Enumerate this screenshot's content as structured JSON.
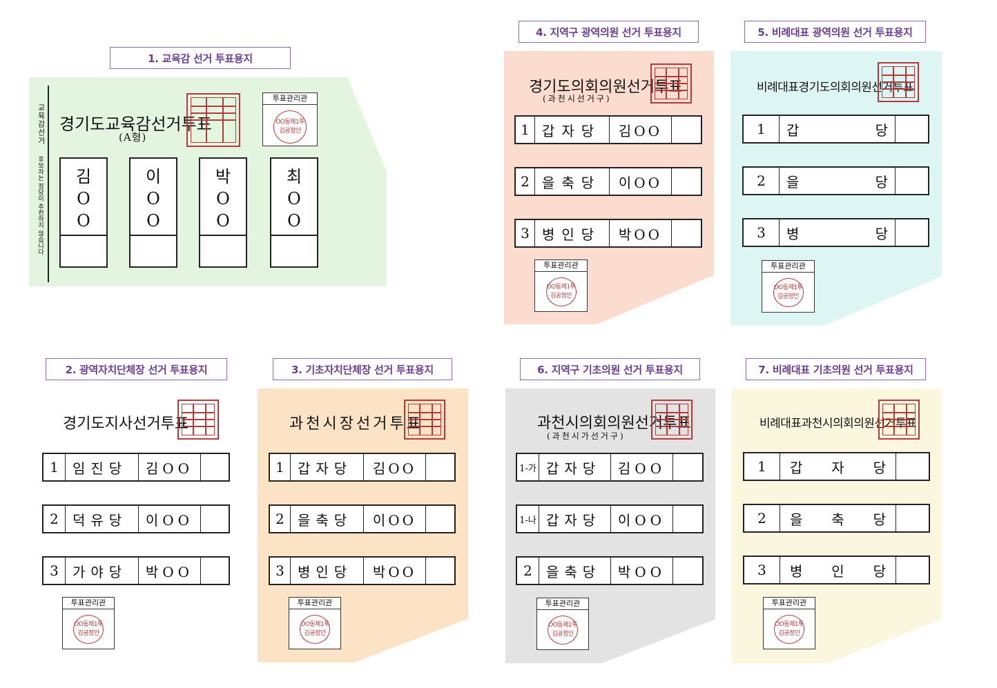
{
  "labels": {
    "b1": "1. 교육감 선거 투표용지",
    "b2": "2. 광역자치단체장 선거 투표용지",
    "b3": "3. 기초자치단체장 선거 투표용지",
    "b4": "4. 지역구 광역의원 선거 투표용지",
    "b5": "5. 비례대표 광역의원 선거 투표용지",
    "b6": "6. 지역구 기초의원 선거 투표용지",
    "b7": "7. 비례대표 기초의원 선거 투표용지"
  },
  "manager": {
    "title": "투표관리관",
    "seal_line1": "OO동제1투",
    "seal_line2": "김공정인"
  },
  "ballot1": {
    "title": "경기도교육감선거투표",
    "subtitle": "(A형)",
    "side_note_main": "교육감선거",
    "side_note_small": "후보자는 정당이 추천하지 않습니다",
    "candidates": [
      {
        "c1": "김",
        "c2": "O",
        "c3": "O"
      },
      {
        "c1": "이",
        "c2": "O",
        "c3": "O"
      },
      {
        "c1": "박",
        "c2": "O",
        "c3": "O"
      },
      {
        "c1": "최",
        "c2": "O",
        "c3": "O"
      }
    ]
  },
  "ballot2": {
    "title": "경기도지사선거투표",
    "rows": [
      {
        "num": "1",
        "party": "임진당",
        "cand": "김OO"
      },
      {
        "num": "2",
        "party": "덕유당",
        "cand": "이OO"
      },
      {
        "num": "3",
        "party": "가야당",
        "cand": "박OO"
      }
    ]
  },
  "ballot3": {
    "title": "과천시장선거투표",
    "rows": [
      {
        "num": "1",
        "party": "갑자당",
        "cand": "김OO"
      },
      {
        "num": "2",
        "party": "을축당",
        "cand": "이OO"
      },
      {
        "num": "3",
        "party": "병인당",
        "cand": "박OO"
      }
    ]
  },
  "ballot4": {
    "title": "경기도의회의원선거투표",
    "subtitle": "(과천시선거구)",
    "rows": [
      {
        "num": "1",
        "party": "갑자당",
        "cand": "김OO"
      },
      {
        "num": "2",
        "party": "을축당",
        "cand": "이OO"
      },
      {
        "num": "3",
        "party": "병인당",
        "cand": "박OO"
      }
    ]
  },
  "ballot5": {
    "title": "비례대표경기도의회의원선거투표",
    "rows": [
      {
        "num": "1",
        "p1": "갑",
        "p2": "당"
      },
      {
        "num": "2",
        "p1": "을",
        "p2": "당"
      },
      {
        "num": "3",
        "p1": "병",
        "p2": "당"
      }
    ]
  },
  "ballot6": {
    "title": "과천시의회의원선거투표",
    "subtitle": "(과천시가선거구)",
    "rows": [
      {
        "num": "1-가",
        "party": "갑자당",
        "cand": "김OO"
      },
      {
        "num": "1-나",
        "party": "갑자당",
        "cand": "이OO"
      },
      {
        "num": "2",
        "party": "을축당",
        "cand": "박OO"
      }
    ]
  },
  "ballot7": {
    "title": "비례대표과천시의회의원선거투표",
    "rows": [
      {
        "num": "1",
        "p1": "갑",
        "p2": "자",
        "p3": "당"
      },
      {
        "num": "2",
        "p1": "을",
        "p2": "축",
        "p3": "당"
      },
      {
        "num": "3",
        "p1": "병",
        "p2": "인",
        "p3": "당"
      }
    ]
  }
}
